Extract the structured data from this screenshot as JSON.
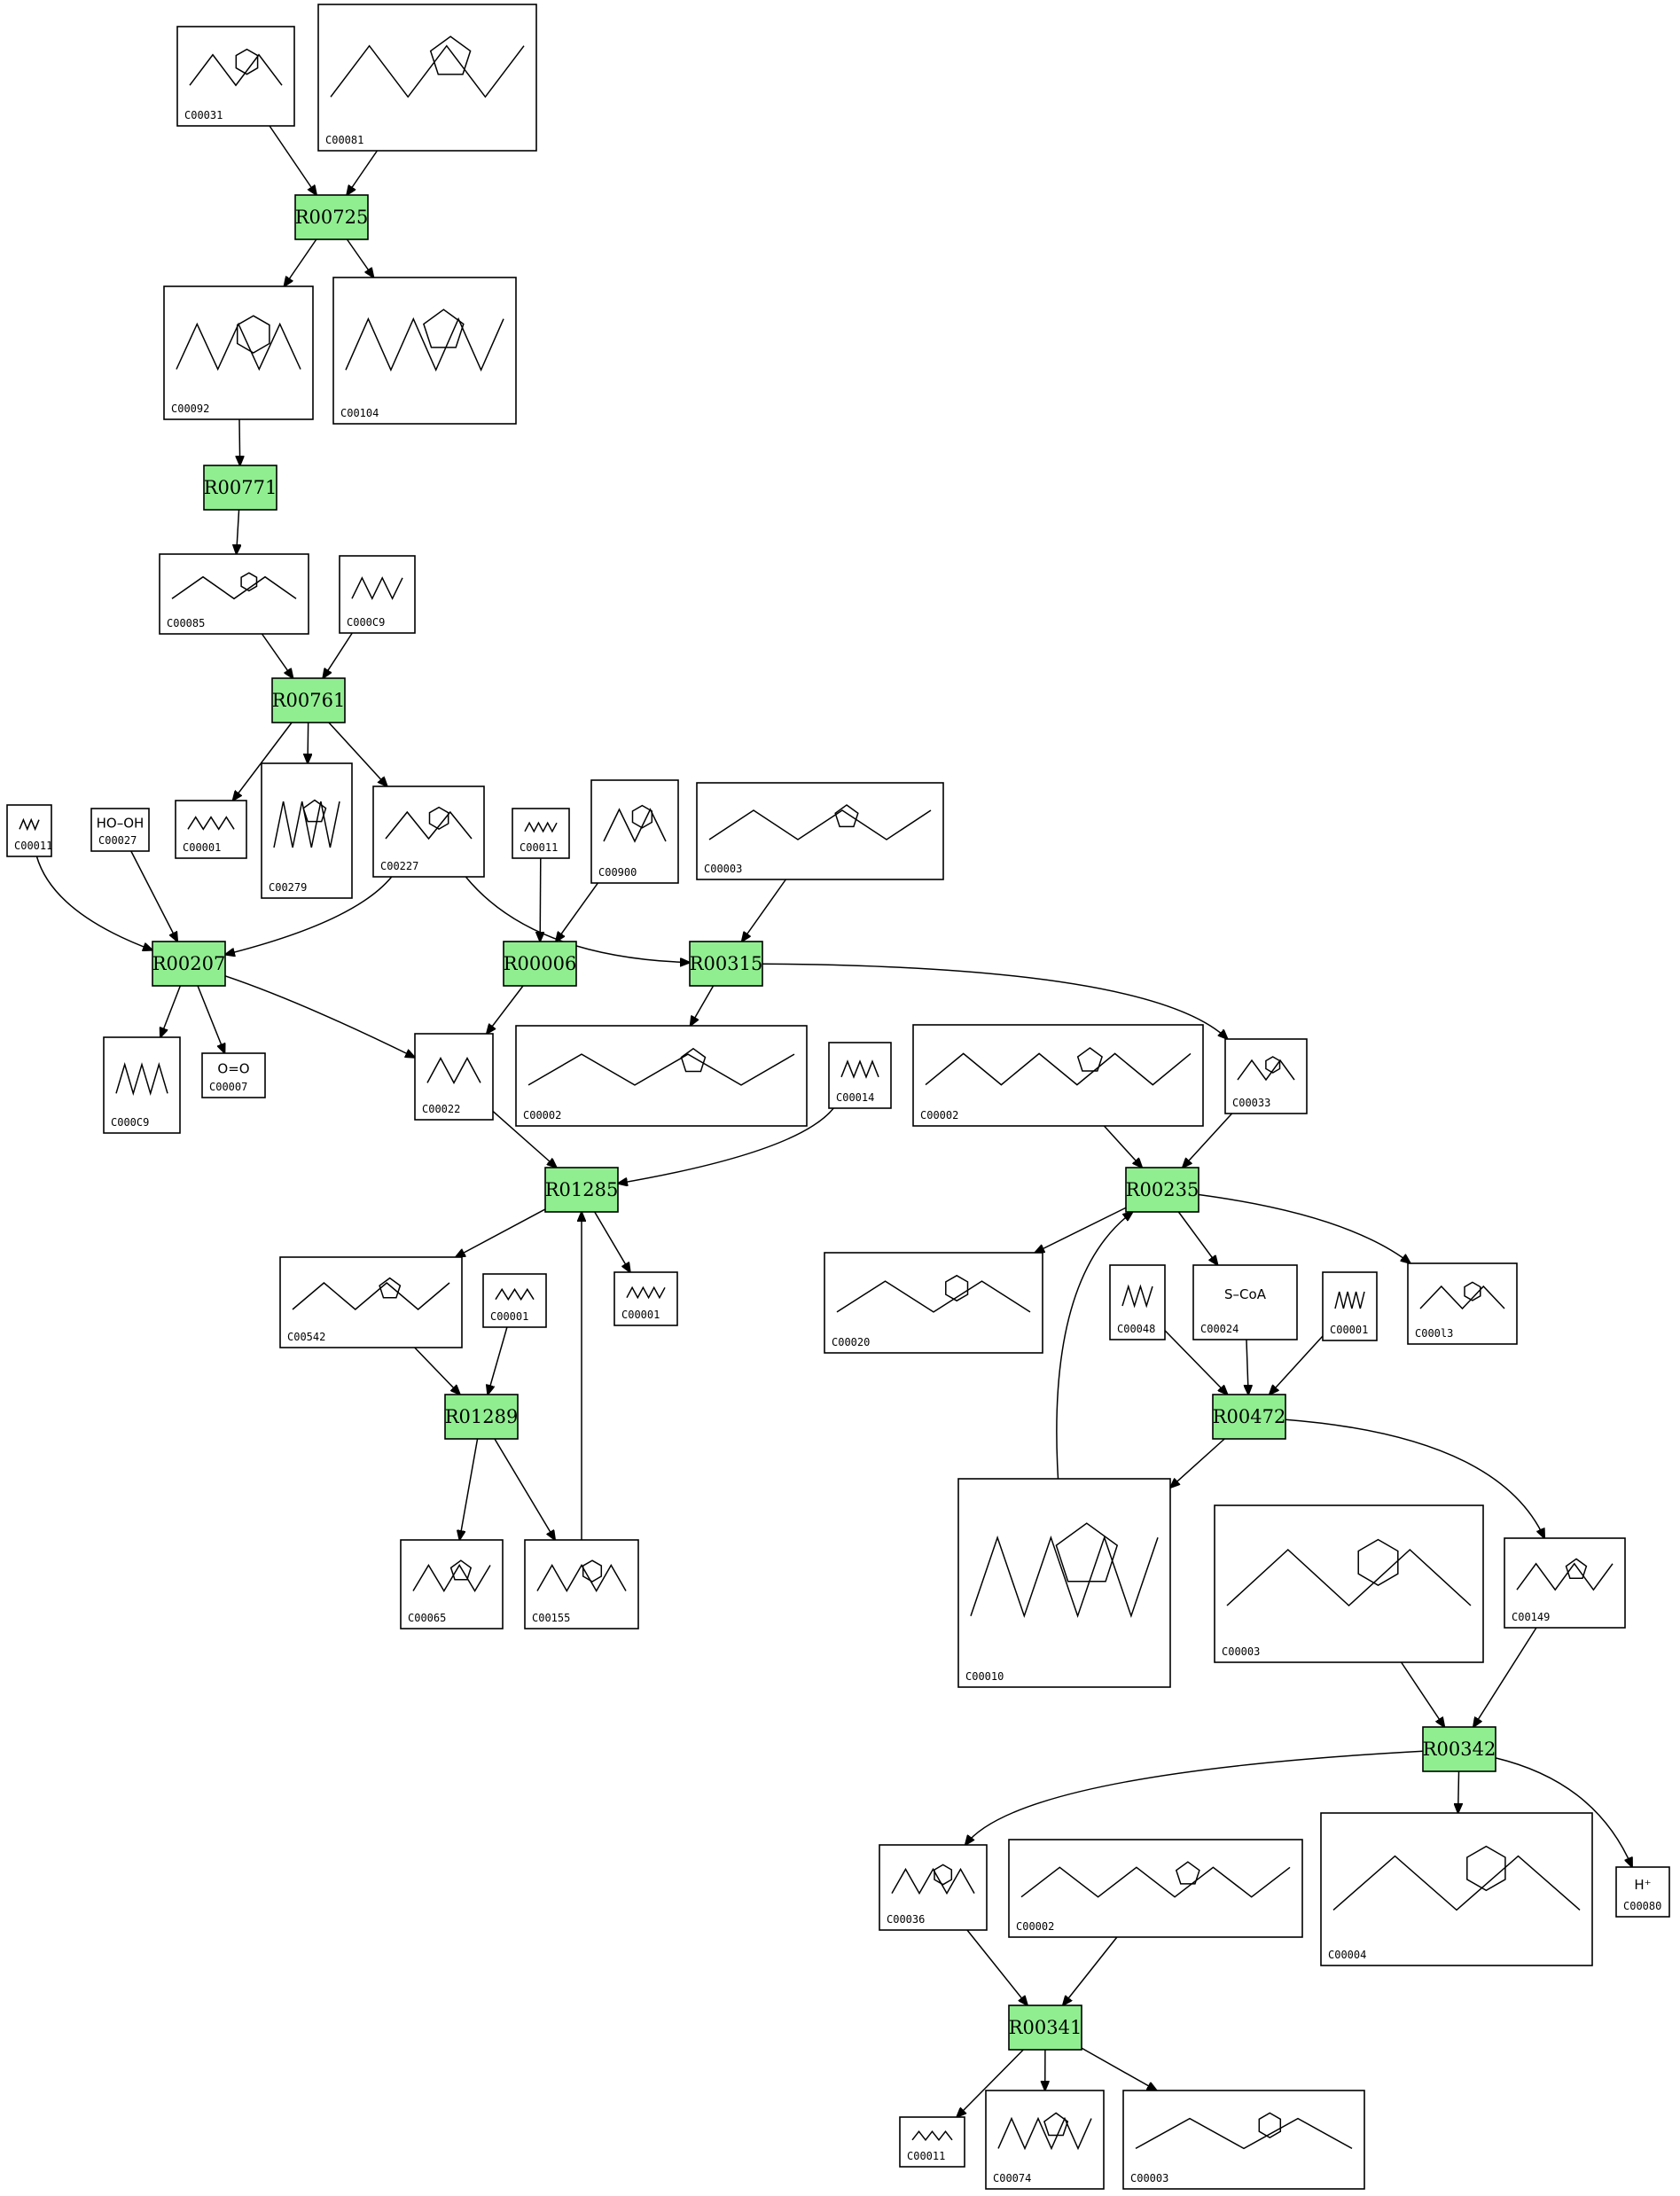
{
  "reactions": [
    {
      "id": "R00725"
    },
    {
      "id": "R00771"
    },
    {
      "id": "R00761"
    },
    {
      "id": "R00207"
    },
    {
      "id": "R00006"
    },
    {
      "id": "R00315"
    },
    {
      "id": "R01285"
    },
    {
      "id": "R00235"
    },
    {
      "id": "R01289"
    },
    {
      "id": "R00472"
    },
    {
      "id": "R00342"
    },
    {
      "id": "R00341"
    }
  ],
  "compounds": [
    {
      "key": "c1",
      "id": "C00031",
      "formula": ""
    },
    {
      "key": "c2",
      "id": "C00081",
      "formula": ""
    },
    {
      "key": "c3",
      "id": "C00092",
      "formula": ""
    },
    {
      "key": "c4",
      "id": "C00104",
      "formula": ""
    },
    {
      "key": "c5",
      "id": "C00085",
      "formula": ""
    },
    {
      "key": "c6",
      "id": "C000C9",
      "formula": ""
    },
    {
      "key": "c7",
      "id": "C00001",
      "formula": ""
    },
    {
      "key": "c8",
      "id": "C00279",
      "formula": ""
    },
    {
      "key": "c9",
      "id": "C00227",
      "formula": ""
    },
    {
      "key": "c10",
      "id": "C00011",
      "formula": ""
    },
    {
      "key": "c11",
      "id": "C00027",
      "formula": "HO–OH"
    },
    {
      "key": "c12",
      "id": "C00011",
      "formula": ""
    },
    {
      "key": "c13",
      "id": "C00900",
      "formula": ""
    },
    {
      "key": "c14",
      "id": "C00003",
      "formula": ""
    },
    {
      "key": "c15",
      "id": "C000C9",
      "formula": ""
    },
    {
      "key": "c16",
      "id": "C00007",
      "formula": "O=O"
    },
    {
      "key": "c17",
      "id": "C00022",
      "formula": ""
    },
    {
      "key": "c18",
      "id": "C00002",
      "formula": ""
    },
    {
      "key": "c19",
      "id": "C00014",
      "formula": ""
    },
    {
      "key": "c20",
      "id": "C00002",
      "formula": ""
    },
    {
      "key": "c21",
      "id": "C00033",
      "formula": ""
    },
    {
      "key": "c22",
      "id": "C00542",
      "formula": ""
    },
    {
      "key": "c23",
      "id": "C00001",
      "formula": ""
    },
    {
      "key": "c24",
      "id": "C00001",
      "formula": ""
    },
    {
      "key": "c25",
      "id": "C00020",
      "formula": ""
    },
    {
      "key": "c26",
      "id": "C00048",
      "formula": ""
    },
    {
      "key": "c27",
      "id": "C00024",
      "formula": "S–CoA"
    },
    {
      "key": "c28",
      "id": "C00001",
      "formula": ""
    },
    {
      "key": "c29",
      "id": "C000l3",
      "formula": ""
    },
    {
      "key": "c30",
      "id": "C00065",
      "formula": ""
    },
    {
      "key": "c31",
      "id": "C00155",
      "formula": ""
    },
    {
      "key": "c32",
      "id": "C00010",
      "formula": ""
    },
    {
      "key": "c33",
      "id": "C00003",
      "formula": ""
    },
    {
      "key": "c34",
      "id": "C00149",
      "formula": ""
    },
    {
      "key": "c35",
      "id": "C00036",
      "formula": ""
    },
    {
      "key": "c36",
      "id": "C00002",
      "formula": ""
    },
    {
      "key": "c37",
      "id": "C00004",
      "formula": ""
    },
    {
      "key": "c38",
      "id": "C00080",
      "formula": "H⁺"
    },
    {
      "key": "c39",
      "id": "C00011",
      "formula": ""
    },
    {
      "key": "c40",
      "id": "C00074",
      "formula": ""
    },
    {
      "key": "c41",
      "id": "C00003",
      "formula": ""
    }
  ],
  "edges": [
    [
      "C00031",
      "R00725"
    ],
    [
      "C00081",
      "R00725"
    ],
    [
      "R00725",
      "C00092"
    ],
    [
      "R00725",
      "C00104"
    ],
    [
      "C00092",
      "R00771"
    ],
    [
      "R00771",
      "C00085"
    ],
    [
      "C00085",
      "R00761"
    ],
    [
      "C000C9",
      "R00761"
    ],
    [
      "R00761",
      "C00001"
    ],
    [
      "R00761",
      "C00279"
    ],
    [
      "R00761",
      "C00227"
    ],
    [
      "C00011",
      "R00207"
    ],
    [
      "C00027",
      "R00207"
    ],
    [
      "C00227",
      "R00207"
    ],
    [
      "R00207",
      "C000C9"
    ],
    [
      "R00207",
      "C00007"
    ],
    [
      "R00207",
      "C00022"
    ],
    [
      "C00011",
      "R00006"
    ],
    [
      "C00900",
      "R00006"
    ],
    [
      "R00006",
      "C00022"
    ],
    [
      "C00227",
      "R00315"
    ],
    [
      "C00003",
      "R00315"
    ],
    [
      "R00315",
      "C00002"
    ],
    [
      "R00315",
      "C00033"
    ],
    [
      "C00022",
      "R01285"
    ],
    [
      "C00014",
      "R01285"
    ],
    [
      "C00155",
      "R01285"
    ],
    [
      "R01285",
      "C00542"
    ],
    [
      "R01285",
      "C00001"
    ],
    [
      "C00542",
      "R01289"
    ],
    [
      "C00001",
      "R01289"
    ],
    [
      "R01289",
      "C00065"
    ],
    [
      "R01289",
      "C00155"
    ],
    [
      "C00002",
      "R00235"
    ],
    [
      "C00033",
      "R00235"
    ],
    [
      "C00010",
      "R00235"
    ],
    [
      "R00235",
      "C00020"
    ],
    [
      "R00235",
      "C00024"
    ],
    [
      "R00235",
      "C000l3"
    ],
    [
      "C00048",
      "R00472"
    ],
    [
      "C00024",
      "R00472"
    ],
    [
      "C00001",
      "R00472"
    ],
    [
      "R00472",
      "C00010"
    ],
    [
      "R00472",
      "C00149"
    ],
    [
      "C00003",
      "R00342"
    ],
    [
      "C00149",
      "R00342"
    ],
    [
      "R00342",
      "C00036"
    ],
    [
      "R00342",
      "C00004"
    ],
    [
      "R00342",
      "C00080"
    ],
    [
      "C00036",
      "R00341"
    ],
    [
      "C00002",
      "R00341"
    ],
    [
      "R00341",
      "C00011"
    ],
    [
      "R00341",
      "C00074"
    ],
    [
      "R00341",
      "C00003"
    ]
  ],
  "colors": {
    "reaction_fill": "#90ee90",
    "compound_fill": "#ffffff",
    "stroke": "#000000"
  }
}
